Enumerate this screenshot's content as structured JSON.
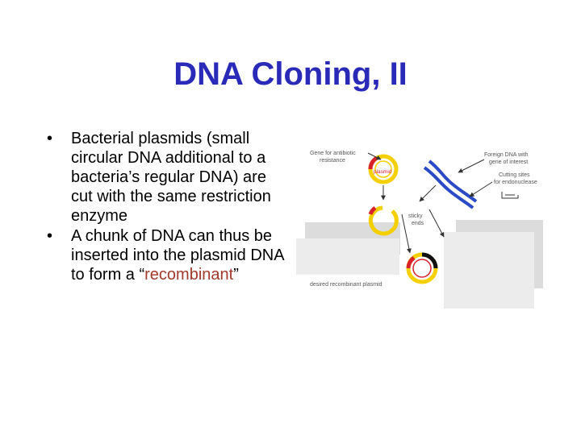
{
  "slide": {
    "title": "DNA Cloning, II"
  },
  "bullets": [
    {
      "marker": "•",
      "text": "Bacterial plasmids (small circular DNA additional to a bacteria’s regular DNA) are cut with the same restriction enzyme"
    },
    {
      "marker": "•",
      "before": "A chunk of DNA can thus be inserted into the plasmid DNA to form a “",
      "highlight": "recombinant",
      "after": "”"
    }
  ],
  "diagram": {
    "labels": {
      "antibiotic_gene_1": "Gene for antibiotic",
      "antibiotic_gene_2": "resistance",
      "plasmid": "plasmid",
      "foreign_dna_1": "Foreign DNA with",
      "foreign_dna_2": "gene of interest",
      "cutting_sites_1": "Cutting sites",
      "cutting_sites_2": "for endonuclease",
      "sticky_1": "sticky",
      "sticky_2": "ends",
      "recombinant": "desired recombinant plasmid"
    },
    "colors": {
      "plasmid_yellow": "#f4d000",
      "plasmid_red": "#d8232a",
      "foreign_dna_blue": "#2a4ac8",
      "inserted_black": "#111111",
      "label_text": "#555555",
      "arrow": "#333333",
      "panel_gray": "#dcdcdc",
      "panel_light": "#ececec"
    }
  }
}
